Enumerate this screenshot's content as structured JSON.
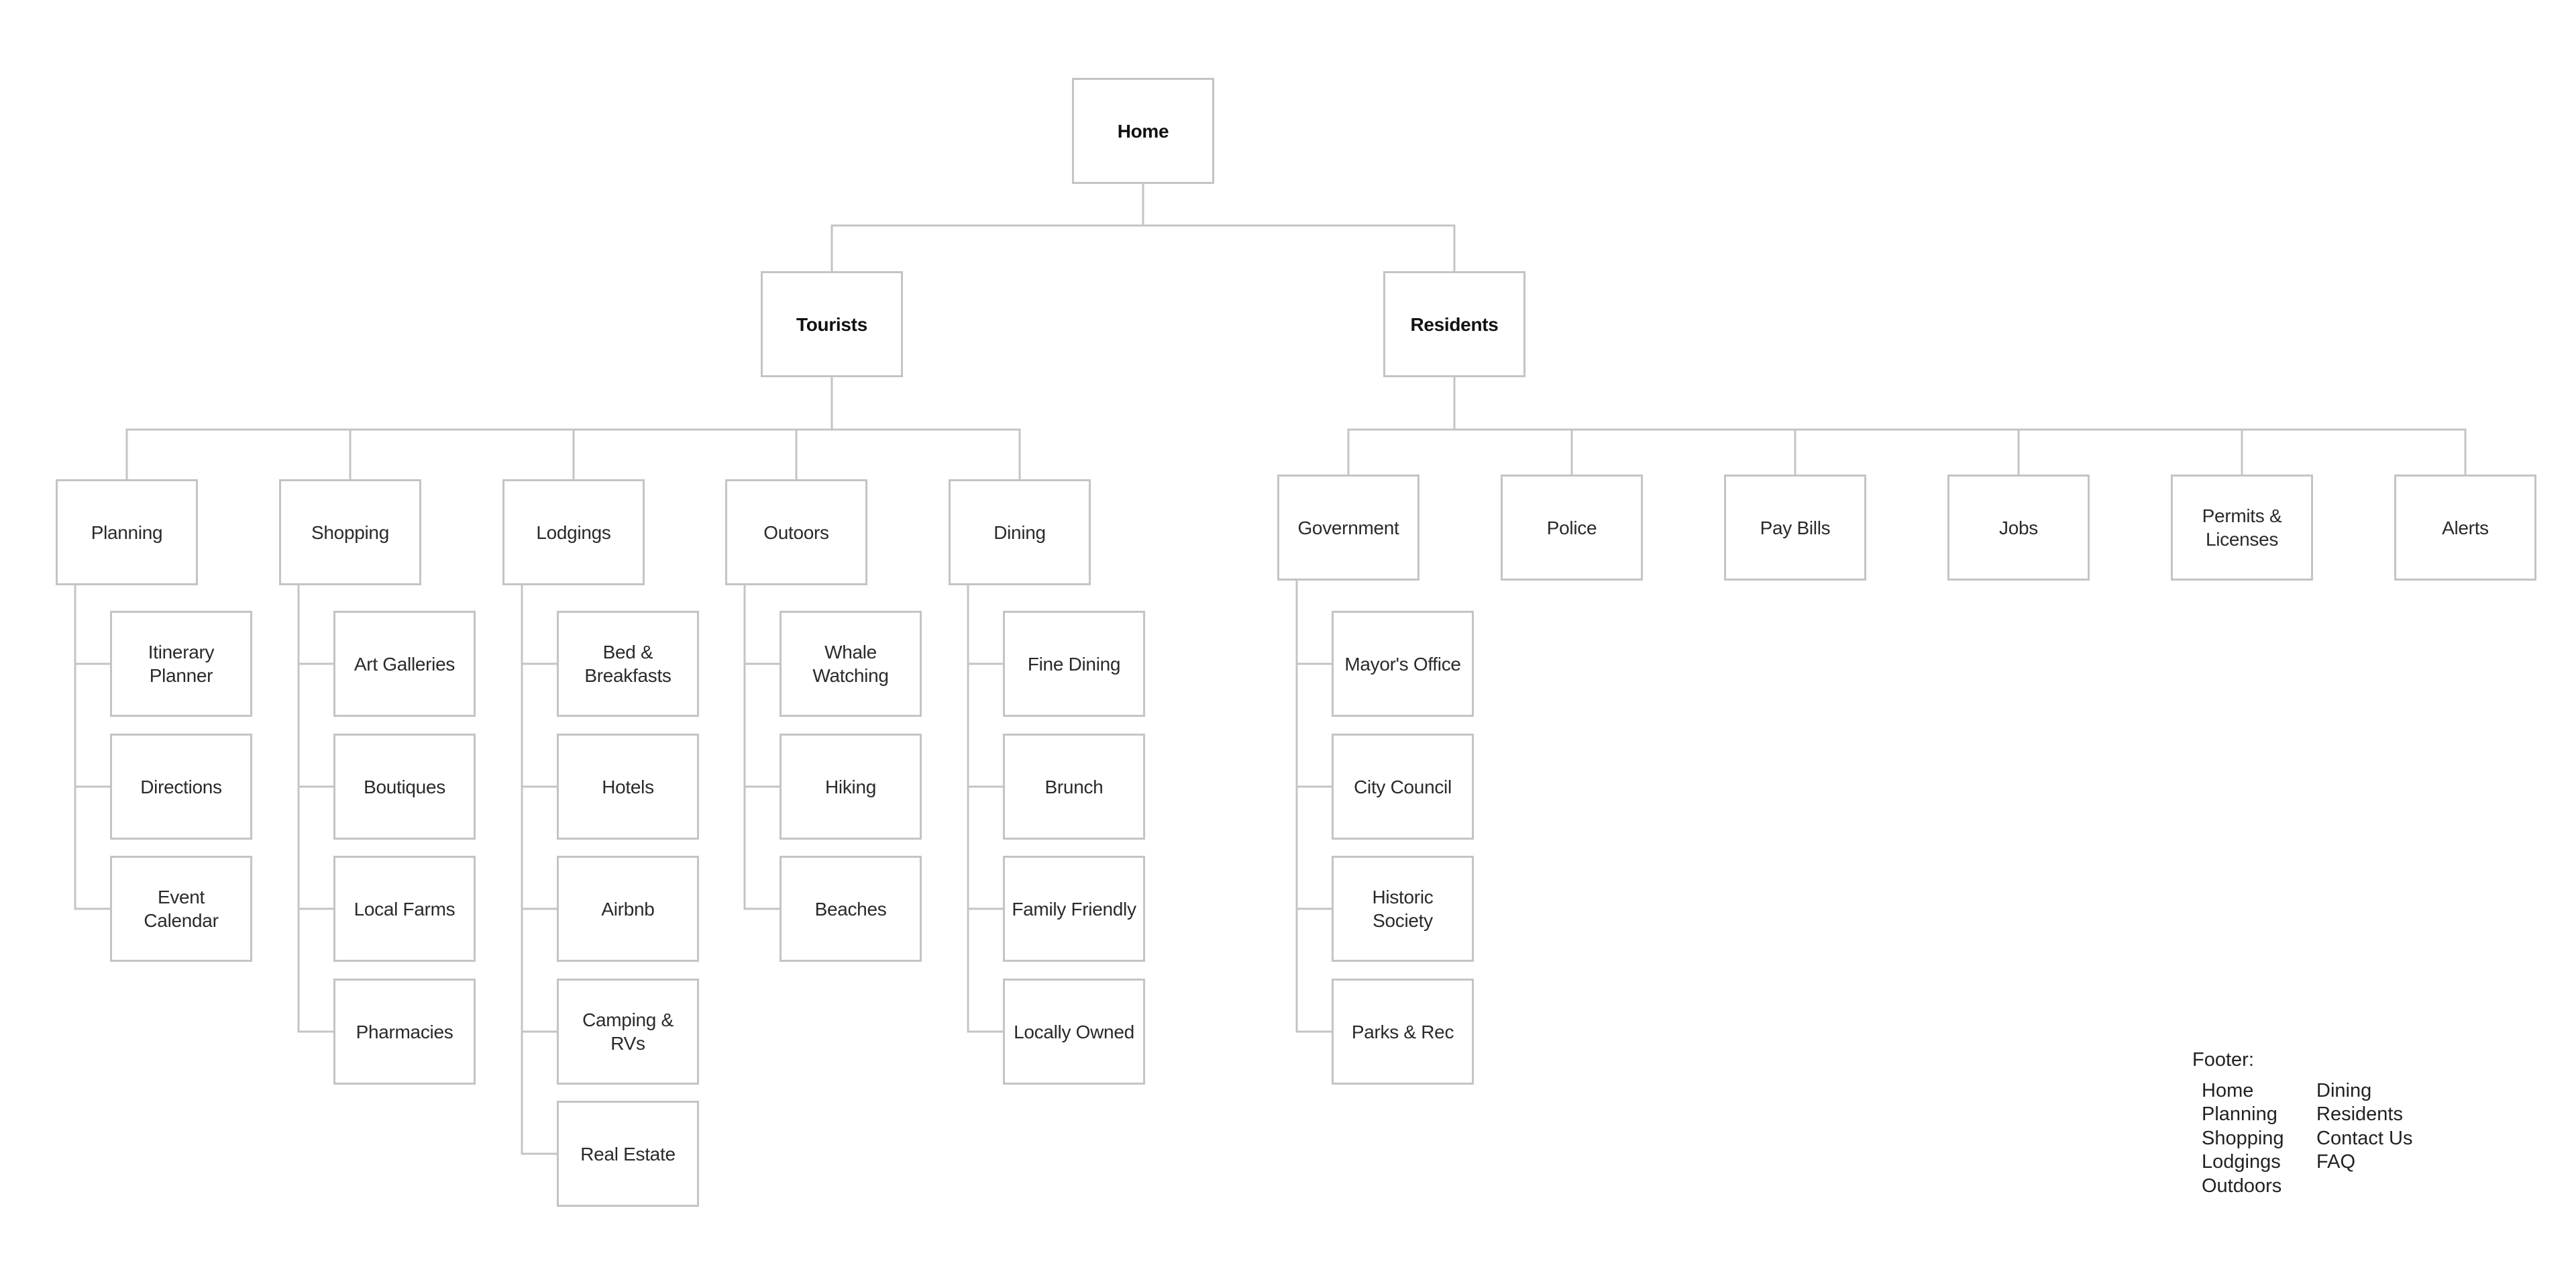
{
  "nodes": {
    "home": "Home",
    "tourists": "Tourists",
    "residents": "Residents",
    "planning": "Planning",
    "shopping": "Shopping",
    "lodgings": "Lodgings",
    "outoors": "Outoors",
    "dining": "Dining",
    "government": "Government",
    "police": "Police",
    "pay_bills": "Pay Bills",
    "jobs": "Jobs",
    "permits": "Permits &\nLicenses",
    "alerts": "Alerts",
    "itinerary_planner": "Itinerary\nPlanner",
    "directions": "Directions",
    "event_calendar": "Event\nCalendar",
    "art_galleries": "Art Galleries",
    "boutiques": "Boutiques",
    "local_farms": "Local Farms",
    "pharmacies": "Pharmacies",
    "bed_breakfasts": "Bed & Breakfasts",
    "hotels": "Hotels",
    "airbnb": "Airbnb",
    "camping_rvs": "Camping & RVs",
    "real_estate": "Real Estate",
    "whale_watching": "Whale\nWatching",
    "hiking": "Hiking",
    "beaches": "Beaches",
    "fine_dining": "Fine Dining",
    "brunch": "Brunch",
    "family_friendly": "Family Friendly",
    "locally_owned": "Locally Owned",
    "mayors_office": "Mayor's Office",
    "city_council": "City Council",
    "historic_society": "Historic Society",
    "parks_rec": "Parks & Rec"
  },
  "footer": {
    "title": "Footer:",
    "col1": [
      "Home",
      "Planning",
      "Shopping",
      "Lodgings",
      "Outdoors"
    ],
    "col2": [
      "Dining",
      "Residents",
      "Contact Us",
      "FAQ"
    ]
  },
  "colors": {
    "line": "#c4c4c4",
    "box_border": "#c4c4c4",
    "text": "#222222"
  }
}
